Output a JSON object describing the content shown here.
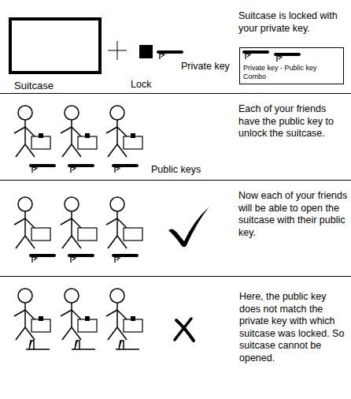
{
  "diagram": {
    "nodes": [
      {
        "text": [
          "Suitcase"
        ]
      },
      {
        "text": [
          "Private key - Public key Combo"
        ]
      }
    ],
    "labels": [
      "Lock",
      "Private key",
      "Suitcase is locked with your private key.",
      "Each of your friends have the public key to unlock the suitcase.",
      "Public keys",
      "Now each of your friends will be able to open the suitcase with their public key.",
      "Here, the public key does not match the private key with which suitcase was locked. So suitcase cannot be opened."
    ]
  }
}
